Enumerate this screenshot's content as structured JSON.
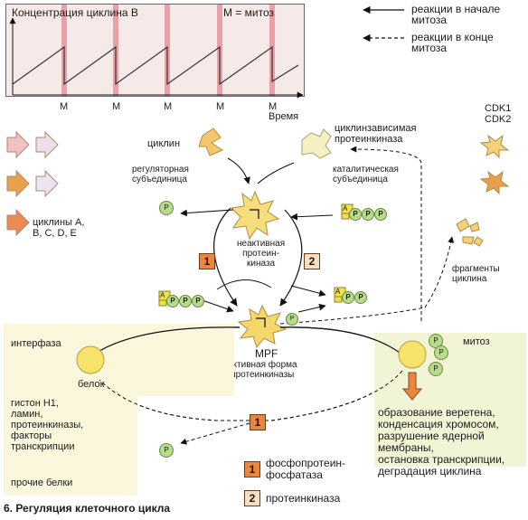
{
  "chart": {
    "ylabel": "Концентрация циклина В",
    "m_note": "М = митоз",
    "xlabel": "Время",
    "m_ticks": [
      "М",
      "М",
      "М",
      "М",
      "М"
    ]
  },
  "chart_data": {
    "type": "line",
    "title": "",
    "ylabel": "Концентрация циклина В",
    "xlabel": "Время",
    "x": [
      0,
      1,
      1,
      2,
      2,
      3,
      3,
      4,
      4,
      5,
      5,
      5.5
    ],
    "y": [
      0.1,
      0.9,
      0.1,
      0.9,
      0.1,
      0.9,
      0.1,
      0.9,
      0.1,
      0.9,
      0.1,
      0.5
    ],
    "mitosis_at": [
      1,
      2,
      3,
      4,
      5
    ],
    "grid": false
  },
  "legend": {
    "solid": "реакции в начале\nмитоза",
    "dashed": "реакции в конце\nмитоза"
  },
  "labels": {
    "cdk": "CDK1\nCDK2",
    "cyclins": "циклины А,\nB, C, D, E",
    "cyclin": "циклин",
    "cdk_kinase": "циклинзависимая\nпротеинкиназа",
    "regulatory": "регуляторная\nсубъединица",
    "catalytic": "каталитическая\nсубъединица",
    "inactive": "неактивная\nпротеин-\nкиназа",
    "fragments": "фрагменты\nциклина",
    "mpf": "MPF",
    "mpf_desc": "активная форма\nпротеинкиназы",
    "interphase": "интерфаза",
    "protein": "белок",
    "substrates": "гистон Н1,\nламин,\nпротеинкиназы,\nфакторы\nтранскрипции",
    "other_proteins": "прочие белки",
    "mitosis": "митоз",
    "mitosis_events": "образование веретена,\nконденсация хромосом,\nразрушение ядерной\nмембраны,\nостановка транскрипции,\nдеградация циклина",
    "key1": "фосфопротеин-\nфосфатаза",
    "key2": "протеинкиназа",
    "caption": "6. Регуляция клеточного цикла",
    "p": "P",
    "a": "A",
    "badge1": "1",
    "badge2": "2"
  },
  "colors": {
    "orange": "#e9873f",
    "yellow": "#f4d27a",
    "pale_yellow": "#f7f0b8",
    "pink": "#f3c6c6",
    "green": "#b7dd8c"
  }
}
